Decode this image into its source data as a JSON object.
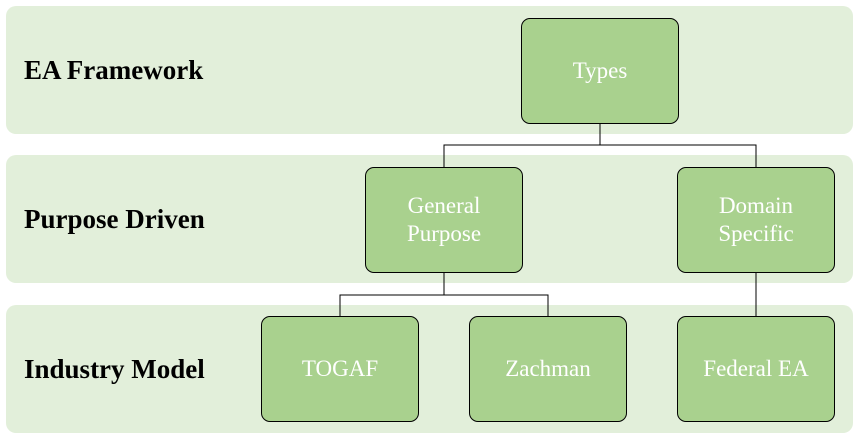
{
  "rows": {
    "framework": {
      "label": "EA Framework"
    },
    "purpose": {
      "label": "Purpose Driven"
    },
    "industry": {
      "label": "Industry Model"
    }
  },
  "nodes": {
    "types": "Types",
    "general_purpose": "General\nPurpose",
    "domain_specific": "Domain\nSpecific",
    "togaf": "TOGAF",
    "zachman": "Zachman",
    "federal_ea": "Federal EA"
  },
  "colors": {
    "band_fill": "#e2efda",
    "node_fill": "#a9d18e",
    "node_text": "#ffffff",
    "connector": "#000000"
  }
}
